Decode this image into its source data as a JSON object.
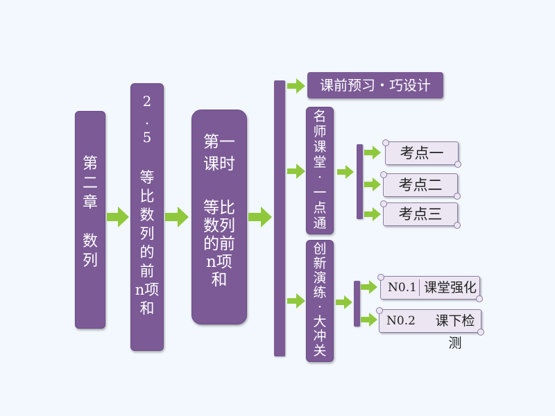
{
  "chapter": {
    "title": "第\n二\n章\n\n数\n列"
  },
  "section": {
    "number": "2\n.\n5",
    "title": "等\n比\n数\n列\n的\n前\nn项\n和"
  },
  "lesson": {
    "line1": "第一\n课时",
    "line2": "等比\n数列\n的前\nn项\n和"
  },
  "preview": {
    "label": "课前预习・巧设计"
  },
  "classroom": {
    "label": "名\n师\n课\n堂\n·\n一\n点\n通"
  },
  "points": [
    "考点一",
    "考点二",
    "考点三"
  ],
  "practice": {
    "label": "创\n新\n演\n练\n·\n大\n冲\n关"
  },
  "practice_items": [
    {
      "no": "N0.1",
      "text": "课堂强化"
    },
    {
      "no": "N0.2",
      "text": "课下检测"
    }
  ],
  "colors": {
    "box": "#7b5a96",
    "arrow": "#8fc83c",
    "background": "#f2f8fe"
  }
}
